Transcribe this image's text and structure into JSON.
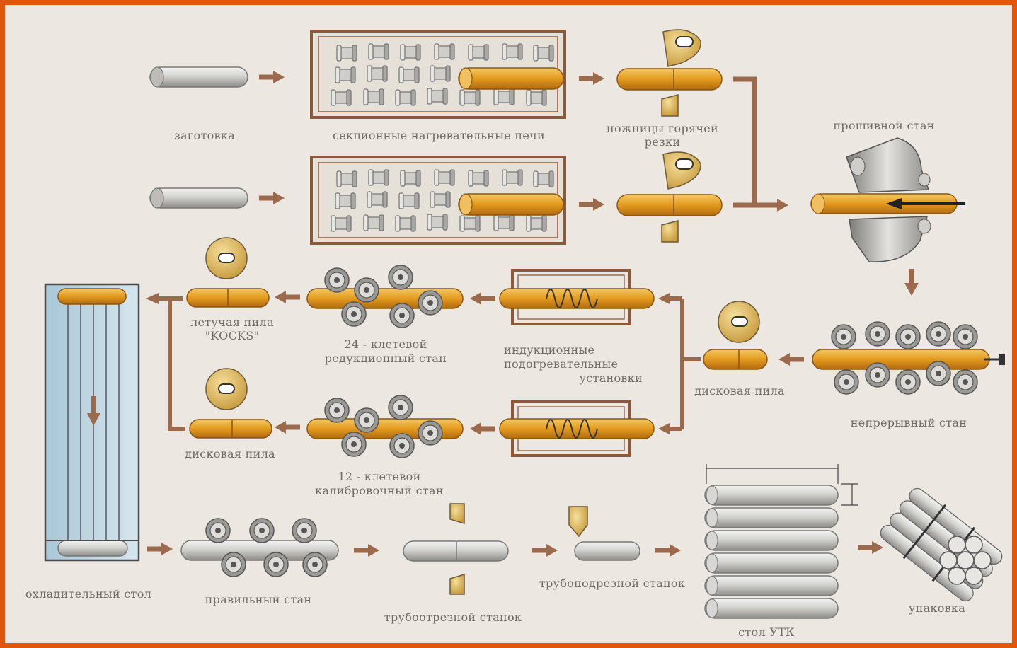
{
  "labels": {
    "billet": "заготовка",
    "furnaces": "секционные нагревательные печи",
    "hot_shears_1": "ножницы горячей",
    "hot_shears_2": "резки",
    "piercing_mill": "прошивной стан",
    "continuous_mill": "непрерывный стан",
    "disc_saw": "дисковая пила",
    "induction_1": "индукционные",
    "induction_2": "подогревательные",
    "induction_3": "установки",
    "reducing_1": "24 - клетевой",
    "reducing_2": "редукционный стан",
    "sizing_1": "12 - клетевой",
    "sizing_2": "калибровочный стан",
    "flying_saw_1": "летучая пила",
    "flying_saw_2": "\"KOCKS\"",
    "cooling_table": "охладительный стол",
    "straightening_mill": "правильный стан",
    "pipe_cutting": "трубоотрезной станок",
    "pipe_trimming": "трубоподрезной станок",
    "utk_table": "стол УТК",
    "packing": "упаковка"
  },
  "colors": {
    "frame": "#e0560d",
    "hot_metal": "#e39a1d",
    "cold_steel": "#d2d2cf",
    "arrow": "#9b6a4c",
    "furnace_border": "#8b5a3c",
    "cooling_table": "#a9c7d6"
  }
}
